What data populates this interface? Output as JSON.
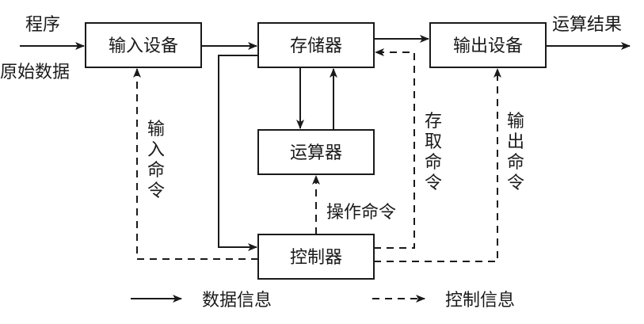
{
  "nodes": {
    "input": "输入设备",
    "memory": "存储器",
    "output": "输出设备",
    "alu": "运算器",
    "control": "控制器"
  },
  "labels": {
    "program": "程序",
    "raw_data": "原始数据",
    "result": "运算结果",
    "input_cmd": [
      "输",
      "入",
      "命",
      "令"
    ],
    "access_cmd": [
      "存",
      "取",
      "命",
      "令"
    ],
    "output_cmd": [
      "输",
      "出",
      "命",
      "令"
    ],
    "operate_cmd": "操作命令"
  },
  "legend": {
    "data_info": "数据信息",
    "control_info": "控制信息"
  }
}
